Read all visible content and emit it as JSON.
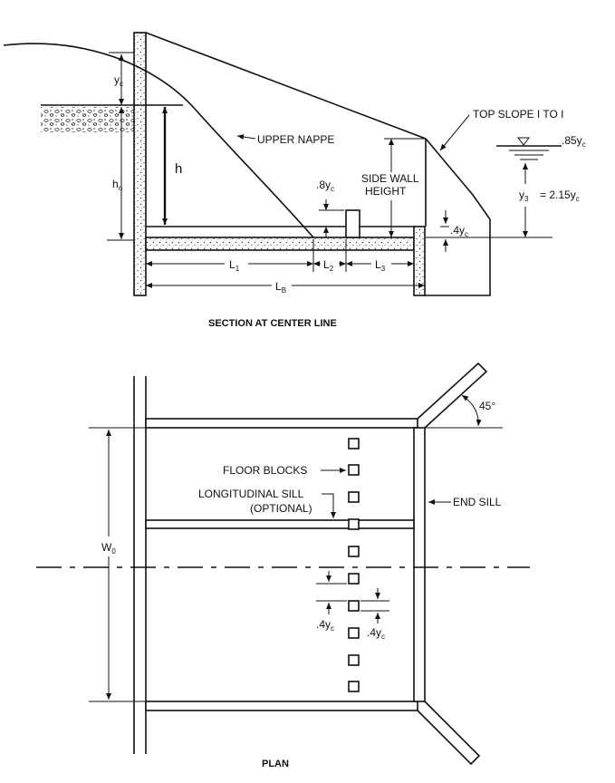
{
  "section": {
    "yc": "y",
    "yc_sub": "c",
    "ho": "h",
    "ho_sub": "o",
    "h": "h",
    "upper_nappe": "UPPER NAPPE",
    "side_wall_1": "SIDE WALL",
    "side_wall_2": "HEIGHT",
    "top_slope": "TOP SLOPE I TO I",
    "y85": ".85y",
    "y85_sub": "c",
    "y3": "y",
    "y3_sub": "3",
    "y3_eq": "=  2.15y",
    "y3_eq_sub": "c",
    "y8": ".8y",
    "y8_sub": "c",
    "y4": ".4y",
    "y4_sub": "c",
    "L1": "L",
    "L1_sub": "1",
    "L2": "L",
    "L2_sub": "2",
    "L3": "L",
    "L3_sub": "3",
    "LB": "L",
    "LB_sub": "B",
    "caption": "SECTION AT CENTER LINE"
  },
  "plan": {
    "angle": "45°",
    "floor_blocks": "FLOOR BLOCKS",
    "long_sill_1": "LONGITUDINAL SILL",
    "long_sill_2": "(OPTIONAL)",
    "end_sill": "END SILL",
    "w0": "W",
    "w0_sub": "0",
    "y4a": ".4y",
    "y4a_sub": "c",
    "y4b": ".4y",
    "y4b_sub": "c",
    "caption": "PLAN"
  }
}
